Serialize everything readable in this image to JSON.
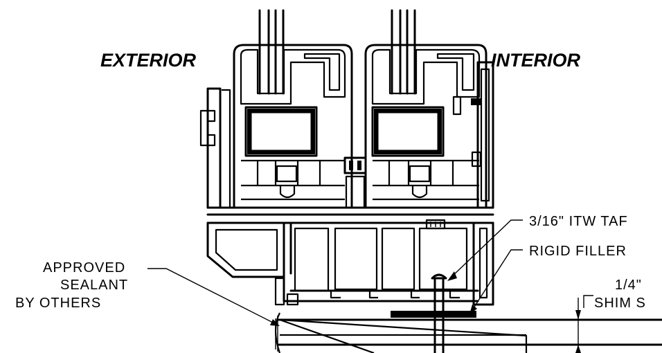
{
  "labels": {
    "exterior": "EXTERIOR",
    "interior": "INTERIOR",
    "tape": "3/16\" ITW TAF",
    "filler": "RIGID FILLER",
    "sealant_line1": "APPROVED",
    "sealant_line2": "SEALANT",
    "sealant_line3": "BY OTHERS",
    "shim_line1": "1/4\"",
    "shim_line2": "SHIM S"
  }
}
